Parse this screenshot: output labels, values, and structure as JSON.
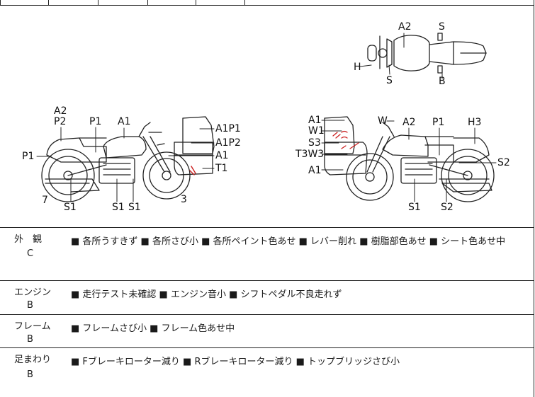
{
  "diagram": {
    "top_view_labels": {
      "a2": "A2",
      "s_top": "S",
      "h": "H",
      "s_bottom": "S",
      "b": "B"
    },
    "left_view_labels": {
      "a2": "A2",
      "p2": "P2",
      "p1_top": "P1",
      "a1": "A1",
      "p1_side": "P1",
      "a1p1": "A1P1",
      "a1p2": "A1P2",
      "a1_right": "A1",
      "t1": "T1",
      "n7": "7",
      "s1_a": "S1",
      "s1_b": "S1",
      "s1_c": "S1",
      "n3": "3"
    },
    "right_view_labels": {
      "a1_top": "A1",
      "w1": "W1",
      "s3": "S3",
      "t3w3": "T3W3",
      "a1_bottom": "A1",
      "w": "W",
      "a2": "A2",
      "p1": "P1",
      "h3": "H3",
      "s2_right": "S2",
      "s1": "S1",
      "s2_bottom": "S2"
    }
  },
  "conditions": [
    {
      "category": "外　観",
      "grade": "C",
      "description": "■ 各所うすきず ■ 各所さび小 ■ 各所ペイント色あせ ■ レバー削れ ■ 樹脂部色あせ ■ シート色あせ中"
    },
    {
      "category": "エンジン",
      "grade": "B",
      "description": "■ 走行テスト未確認 ■ エンジン音小 ■ シフトペダル不良走れず"
    },
    {
      "category": "フレーム",
      "grade": "B",
      "description": "■ フレームさび小 ■ フレーム色あせ中"
    },
    {
      "category": "足まわり",
      "grade": "B",
      "description": "■ Fブレーキローター減り ■ Rブレーキローター減り ■ トップブリッジさび小"
    }
  ],
  "colors": {
    "line": "#222222",
    "damage_mark": "#cc1f1f"
  }
}
